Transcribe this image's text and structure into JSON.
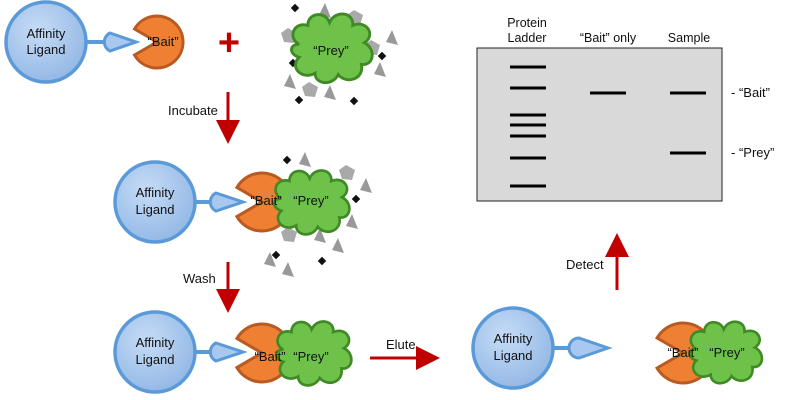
{
  "ligand": {
    "line1": "Affinity",
    "line2": "Ligand"
  },
  "bait_label": "“Bait”",
  "prey_label": "“Prey”",
  "plus_sign": "+",
  "steps": {
    "incubate": "Incubate",
    "wash": "Wash",
    "elute": "Elute",
    "detect": "Detect"
  },
  "gel": {
    "headers": {
      "ladder_line1": "Protein",
      "ladder_line2": "Ladder",
      "bait_only": "“Bait” only",
      "sample": "Sample"
    },
    "markers": {
      "bait": "- “Bait”",
      "prey": "- “Prey”"
    }
  },
  "colors": {
    "ligand_fill": "#a9c8ef",
    "ligand_stroke": "#5a9ad8",
    "bait_fill": "#ef7f32",
    "bait_stroke": "#b85a22",
    "prey_fill": "#6ec24a",
    "prey_stroke": "#3f8a25",
    "arrow": "#c00000",
    "gel_bg": "#d9d9d9",
    "band": "#000000"
  }
}
